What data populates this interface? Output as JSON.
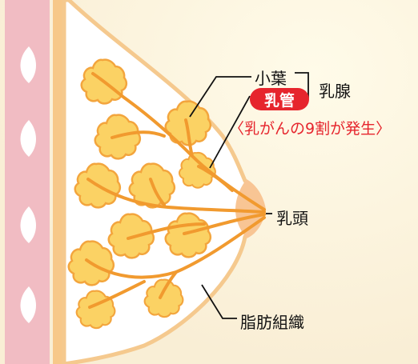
{
  "diagram": {
    "labels": {
      "lobule": "小葉",
      "duct": "乳管",
      "mammary_gland": "乳腺",
      "cancer_note": "〈乳がんの9割が発生〉",
      "nipple": "乳頭",
      "fat_tissue": "脂肪組織"
    },
    "colors": {
      "background": "#fbf3df",
      "wall": "#f1bcc3",
      "rib": "#ffffff",
      "tissue_band": "#f7c889",
      "breast_fill": "#ffffff",
      "breast_outline": "#f5c98e",
      "lobule_fill": "#fbd264",
      "lobule_stroke": "#f3a53d",
      "duct_stroke": "#f19a2f",
      "areola": "#f8c594",
      "accent_red": "#e6252d",
      "leader_line": "#111111"
    }
  }
}
